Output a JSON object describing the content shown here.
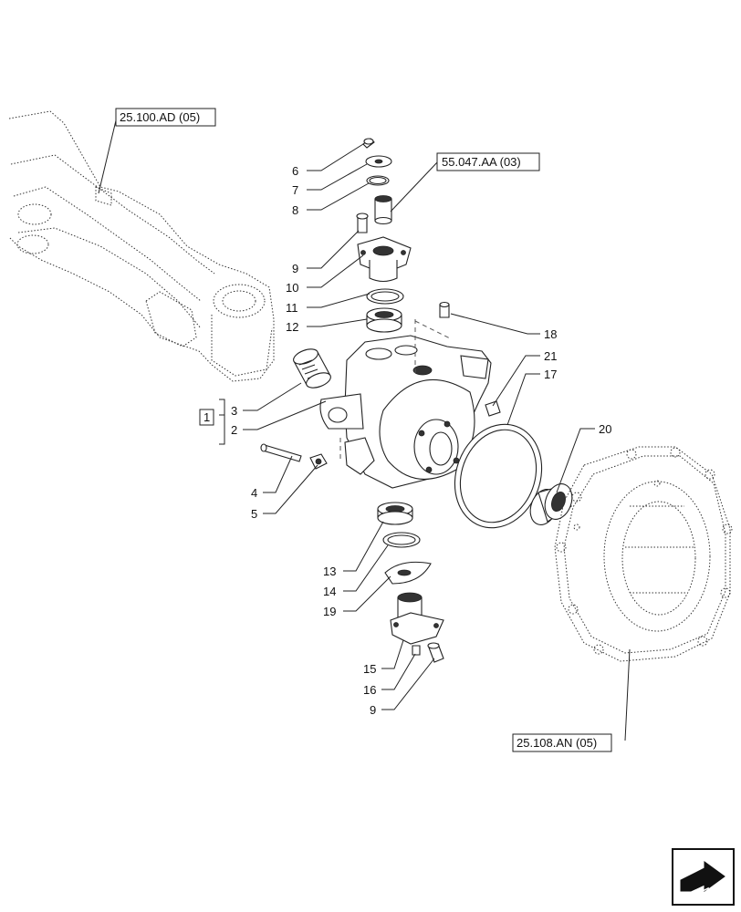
{
  "diagram": {
    "callouts": [
      {
        "id": "c6",
        "text": "6"
      },
      {
        "id": "c7",
        "text": "7"
      },
      {
        "id": "c8",
        "text": "8"
      },
      {
        "id": "c9a",
        "text": "9"
      },
      {
        "id": "c10",
        "text": "10"
      },
      {
        "id": "c11",
        "text": "11"
      },
      {
        "id": "c12",
        "text": "12"
      },
      {
        "id": "c3",
        "text": "3"
      },
      {
        "id": "c2",
        "text": "2"
      },
      {
        "id": "c4",
        "text": "4"
      },
      {
        "id": "c5",
        "text": "5"
      },
      {
        "id": "c13",
        "text": "13"
      },
      {
        "id": "c14",
        "text": "14"
      },
      {
        "id": "c19",
        "text": "19"
      },
      {
        "id": "c15",
        "text": "15"
      },
      {
        "id": "c16",
        "text": "16"
      },
      {
        "id": "c9b",
        "text": "9"
      },
      {
        "id": "c18",
        "text": "18"
      },
      {
        "id": "c21",
        "text": "21"
      },
      {
        "id": "c17",
        "text": "17"
      },
      {
        "id": "c20",
        "text": "20"
      }
    ],
    "kit_label": "1",
    "references": {
      "axle": "25.100.AD (05)",
      "sensor": "55.047.AA (03)",
      "hub": "25.108.AN (05)"
    },
    "nav_icon": "next-page-arrow-icon"
  }
}
